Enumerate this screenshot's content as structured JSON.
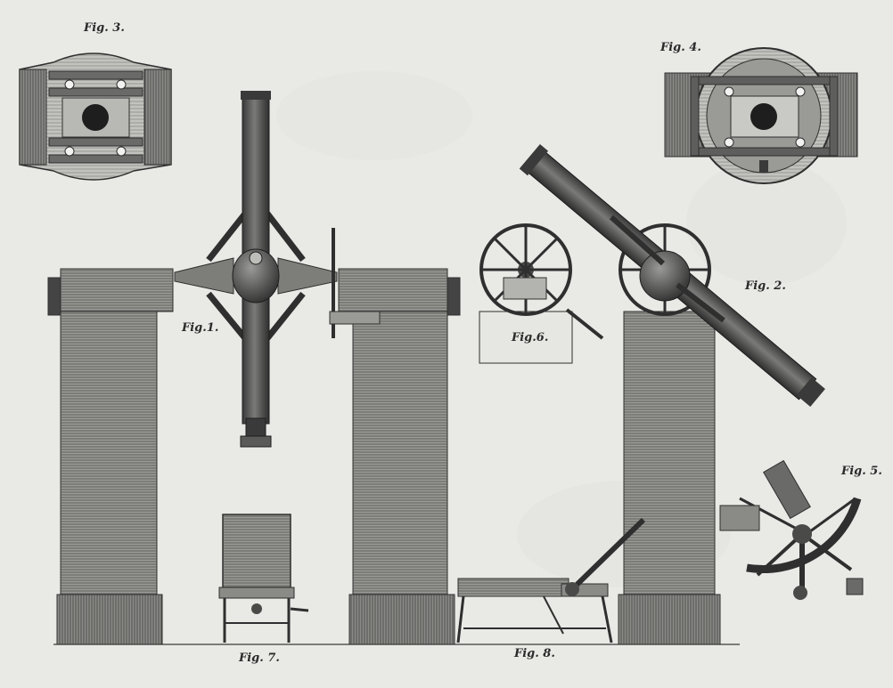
{
  "plate": {
    "figure_labels": {
      "fig1": "Fig.1.",
      "fig2": "Fig. 2.",
      "fig3": "Fig. 3.",
      "fig4": "Fig. 4.",
      "fig5": "Fig. 5.",
      "fig6": "Fig.6.",
      "fig7": "Fig. 7.",
      "fig8": "Fig. 8."
    }
  },
  "colors": {
    "paper": "#e9e9e6",
    "ink": "#2f2f2f",
    "hatch": "#6b6b6b",
    "pier_fill": "#8c8c8c",
    "metal_fill": "#555555"
  }
}
